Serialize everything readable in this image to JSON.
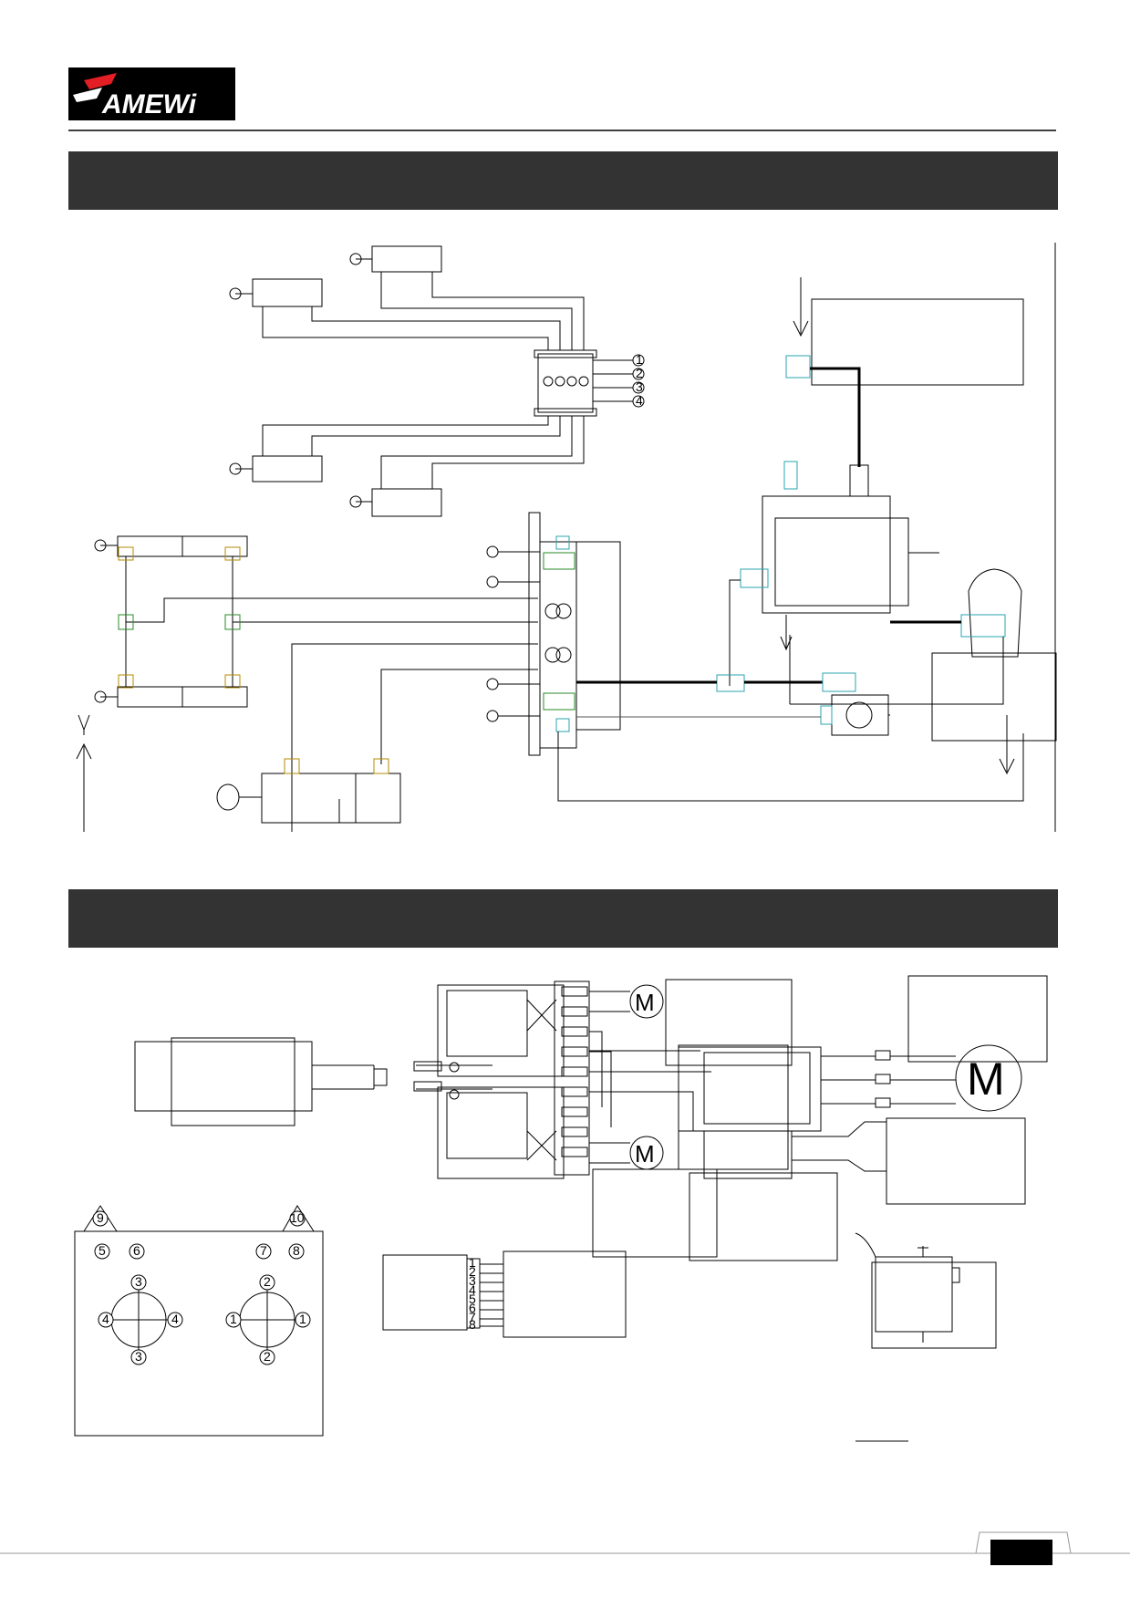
{
  "brand": {
    "logo_text": "AMEWi",
    "colors": {
      "banner": "#333333",
      "logo_bg": "#000000",
      "logo_accent": "#e31e24",
      "line": "#000000"
    }
  },
  "banners": [
    {
      "name": "hydraulic-section-banner",
      "label": ""
    },
    {
      "name": "electrical-section-banner",
      "label": ""
    }
  ],
  "hydraulic": {
    "valve_port_labels": [
      "1",
      "2",
      "3",
      "4"
    ],
    "icons": [
      "valve-block-icon",
      "cylinder-icon",
      "pump-icon",
      "tank-icon",
      "filter-icon",
      "flow-arrow-icon"
    ]
  },
  "electrical": {
    "motor_label": "M",
    "controller_channels": {
      "top_left": [
        "9"
      ],
      "top_right": [
        "10"
      ],
      "left_buttons": [
        "5",
        "6"
      ],
      "right_buttons": [
        "7",
        "8"
      ],
      "left_stick": {
        "up": "3",
        "down": "3",
        "left": "4",
        "right": "4"
      },
      "right_stick": {
        "up": "2",
        "down": "2",
        "left": "1",
        "right": "1"
      }
    },
    "receiver_pins": [
      "1",
      "2",
      "3",
      "4",
      "5",
      "6",
      "7",
      "8"
    ],
    "icons": [
      "motor-icon",
      "battery-icon",
      "receiver-icon",
      "servo-icon",
      "esc-icon",
      "transmitter-icon"
    ]
  },
  "footer": {
    "page_number": ""
  }
}
